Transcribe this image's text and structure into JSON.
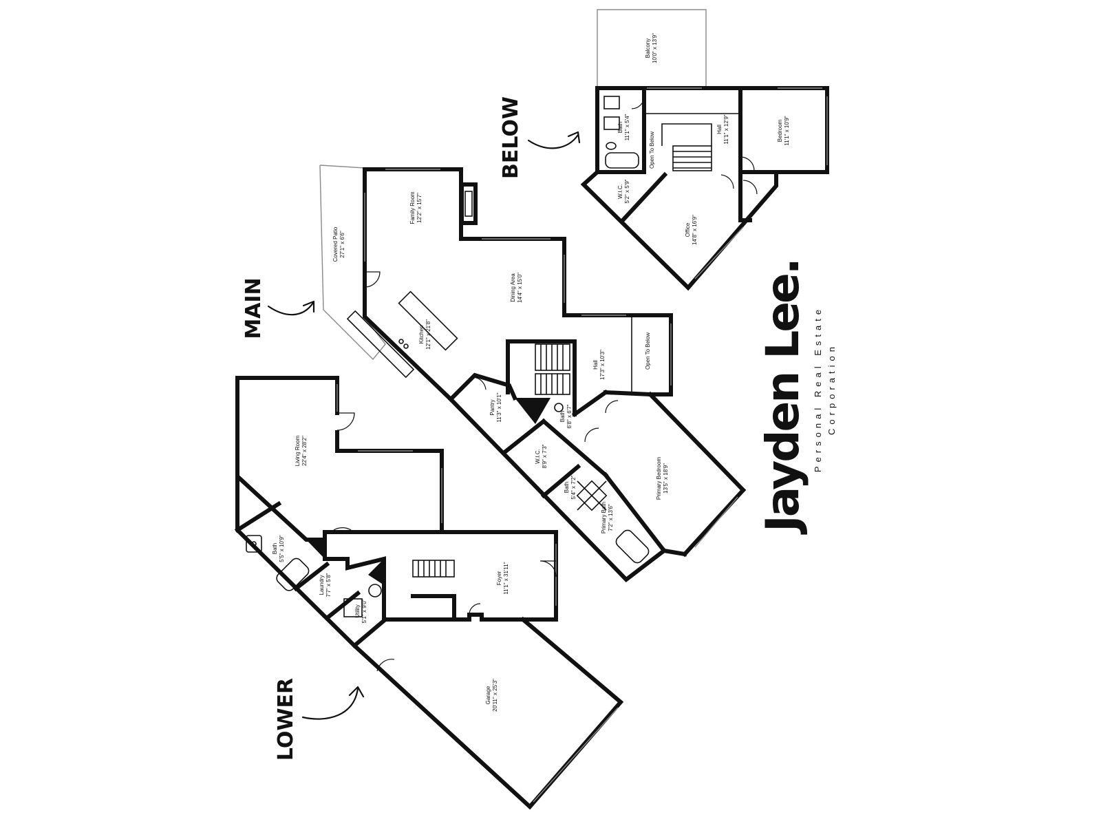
{
  "floors": {
    "lower": "LOWER",
    "main": "MAIN",
    "below": "BELOW"
  },
  "rooms": {
    "living_room": {
      "name": "Living Room",
      "dim": "22'4\" x 28'2\""
    },
    "bath_lower": {
      "name": "Bath",
      "dim": "5'5\" x 10'9\""
    },
    "laundry": {
      "name": "Laundry",
      "dim": "7'7\" x 5'8\""
    },
    "utility": {
      "name": "Utility",
      "dim": "5'1\" x 9'0\""
    },
    "foyer": {
      "name": "Foyer",
      "dim": "11'1\" x 31'11\""
    },
    "garage": {
      "name": "Garage",
      "dim": "20'11\" x 25'3\""
    },
    "covered_patio": {
      "name": "Covered Patio",
      "dim": "27'1\" x 6'6\""
    },
    "family_room": {
      "name": "Family Room",
      "dim": "12'2\" x 15'7\""
    },
    "dining_area": {
      "name": "Dining Area",
      "dim": "14'4\" x 15'0\""
    },
    "kitchen": {
      "name": "Kitchen",
      "dim": "12'1\" x 21'8\""
    },
    "hall_main": {
      "name": "Hall",
      "dim": "17'3\" x 10'3\""
    },
    "open_below_main": {
      "name": "Open To Below"
    },
    "pantry": {
      "name": "Pantry",
      "dim": "11'3\" x 10'1\""
    },
    "bath_main": {
      "name": "Bath",
      "dim": "6'8\" x 6'7\""
    },
    "wic_main": {
      "name": "W.I.C.",
      "dim": "8'9\" x 7'3\""
    },
    "bath_small": {
      "name": "Bath",
      "dim": "5'4\" x 7'2\""
    },
    "primary_bath": {
      "name": "Primary Bath",
      "dim": "7'2\" x 13'6\""
    },
    "primary_bedroom": {
      "name": "Primary Bedroom",
      "dim": "13'5\" x 18'9\""
    },
    "balcony": {
      "name": "Balcony",
      "dim": "10'0\" x 13'9\""
    },
    "bath_upper": {
      "name": "Bath",
      "dim": "11'1\" x 5'4\""
    },
    "open_below_upper": {
      "name": "Open To Below"
    },
    "hall_upper": {
      "name": "Hall",
      "dim": "11'1\" x 12'9\""
    },
    "bedroom": {
      "name": "Bedroom",
      "dim": "11'1\" x 10'9\""
    },
    "wic_upper": {
      "name": "W.I.C.",
      "dim": "5'2\" x 5'9\""
    },
    "office": {
      "name": "Office",
      "dim": "14'8\" x 16'9\""
    }
  },
  "brand": {
    "name": "Jayden Lee.",
    "line1": "Personal Real Estate",
    "line2": "Corporation"
  }
}
